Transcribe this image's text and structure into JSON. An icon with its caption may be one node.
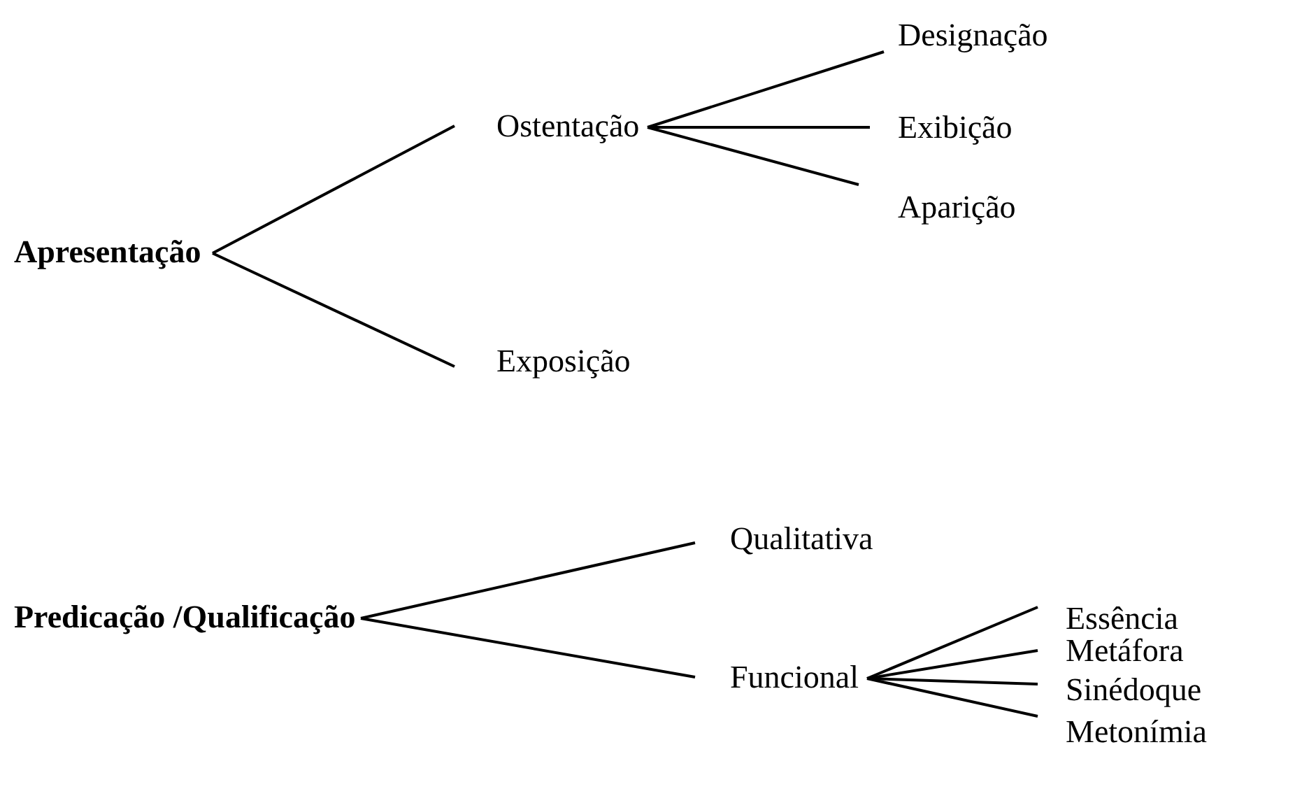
{
  "diagram": {
    "nodes": [
      {
        "text": [
          "Apresentação"
        ]
      },
      {
        "text": [
          "Ostentação"
        ]
      },
      {
        "text": [
          "Designação"
        ]
      },
      {
        "text": [
          "Exibição"
        ]
      },
      {
        "text": [
          "Aparição"
        ]
      },
      {
        "text": [
          "Exposição"
        ]
      },
      {
        "text": [
          "Predicação /Qualificação"
        ]
      },
      {
        "text": [
          "Qualitativa"
        ]
      },
      {
        "text": [
          "Funcional"
        ]
      },
      {
        "text": [
          "Essência"
        ]
      },
      {
        "text": [
          "Metáfora"
        ]
      },
      {
        "text": [
          "Sinédoque"
        ]
      },
      {
        "text": [
          "Metonímia"
        ]
      }
    ],
    "edges": [
      {
        "from": 0,
        "to": 1,
        "arrow": "none"
      },
      {
        "from": 0,
        "to": 5,
        "arrow": "none"
      },
      {
        "from": 1,
        "to": 2,
        "arrow": "none"
      },
      {
        "from": 1,
        "to": 3,
        "arrow": "none"
      },
      {
        "from": 1,
        "to": 4,
        "arrow": "none"
      },
      {
        "from": 6,
        "to": 7,
        "arrow": "none"
      },
      {
        "from": 6,
        "to": 8,
        "arrow": "none"
      },
      {
        "from": 8,
        "to": 9,
        "arrow": "none"
      },
      {
        "from": 8,
        "to": 10,
        "arrow": "none"
      },
      {
        "from": 8,
        "to": 11,
        "arrow": "none"
      },
      {
        "from": 8,
        "to": 12,
        "arrow": "none"
      }
    ]
  }
}
